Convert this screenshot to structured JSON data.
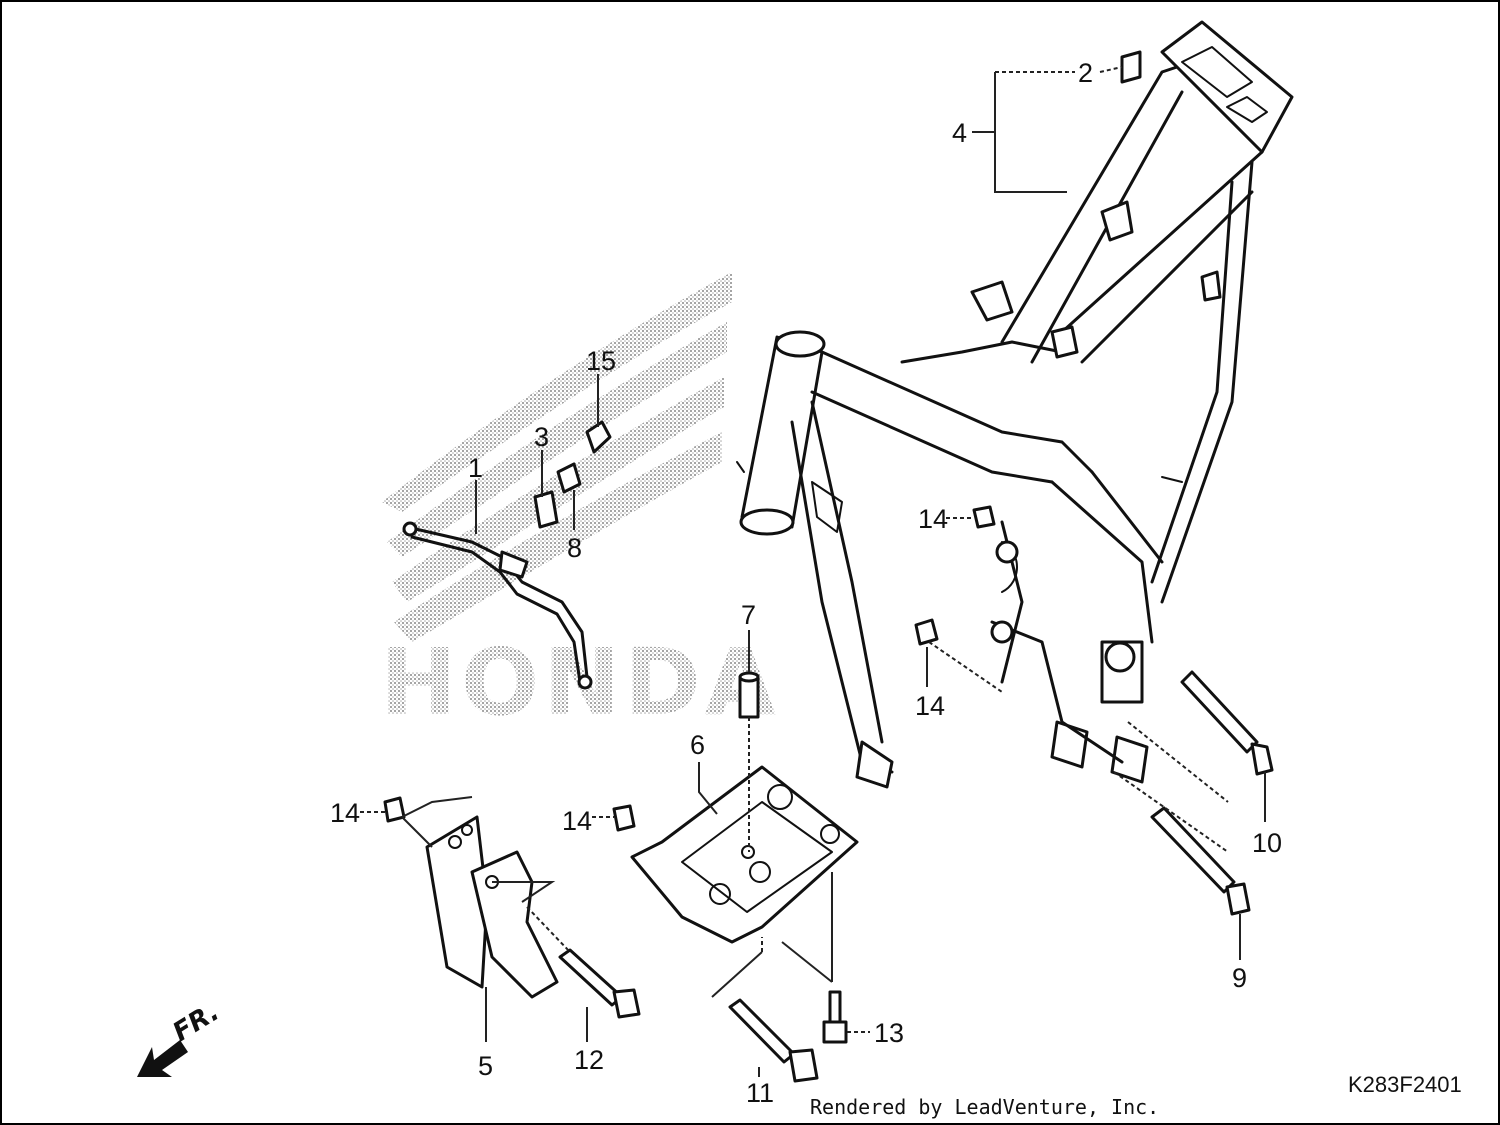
{
  "diagram": {
    "watermark_text": "HONDA",
    "direction_label": "FR.",
    "diagram_code": "K283F2401",
    "credit": "Rendered by LeadVenture, Inc.",
    "callouts": {
      "c1": "1",
      "c2": "2",
      "c3": "3",
      "c4": "4",
      "c5": "5",
      "c6": "6",
      "c7": "7",
      "c8": "8",
      "c9": "9",
      "c10": "10",
      "c11": "11",
      "c12": "12",
      "c13": "13",
      "c14a": "14",
      "c14b": "14",
      "c14c": "14",
      "c14d": "14",
      "c15": "15"
    }
  }
}
